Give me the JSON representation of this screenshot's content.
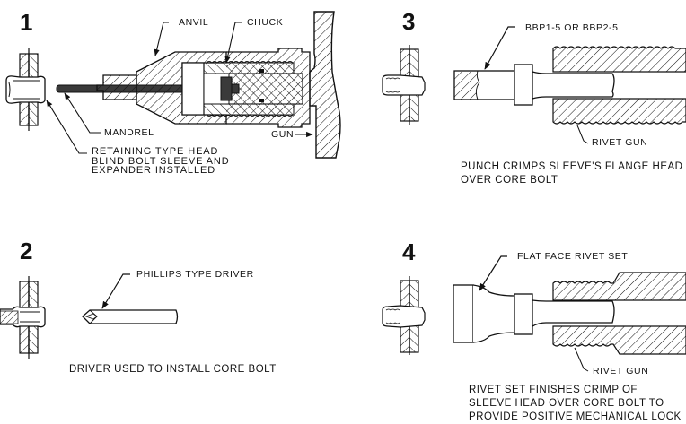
{
  "title": "Blind bolt installation procedure",
  "colors": {
    "ink": "#111111",
    "paper": "#ffffff",
    "dark_fill": "#3a3a3a"
  },
  "steps": [
    {
      "number": "1",
      "labels": {
        "anvil": "ANVIL",
        "chuck": "CHUCK",
        "mandrel": "MANDREL",
        "gun": "GUN"
      },
      "caption": [
        "RETAINING TYPE HEAD",
        "BLIND BOLT SLEEVE AND",
        "EXPANDER INSTALLED"
      ]
    },
    {
      "number": "2",
      "labels": {
        "driver": "PHILLIPS TYPE DRIVER"
      },
      "caption": [
        "DRIVER USED TO INSTALL CORE BOLT"
      ]
    },
    {
      "number": "3",
      "labels": {
        "punch": "BBP1-5 OR BBP2-5",
        "gun": "RIVET GUN"
      },
      "caption": [
        "PUNCH CRIMPS SLEEVE'S FLANGE HEAD",
        "OVER CORE BOLT"
      ]
    },
    {
      "number": "4",
      "labels": {
        "set": "FLAT FACE RIVET SET",
        "gun": "RIVET GUN"
      },
      "caption": [
        "RIVET SET FINISHES CRIMP OF",
        "SLEEVE HEAD OVER CORE BOLT TO",
        "PROVIDE POSITIVE MECHANICAL LOCK"
      ]
    }
  ]
}
